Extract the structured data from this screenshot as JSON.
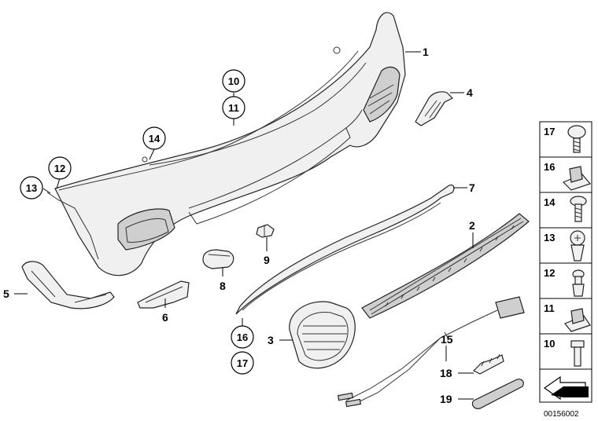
{
  "diagram_code": "00156002",
  "labels": {
    "l1": "1",
    "l2": "2",
    "l3": "3",
    "l4": "4",
    "l5": "5",
    "l6": "6",
    "l7": "7",
    "l8": "8",
    "l9": "9",
    "l10": "10",
    "l11": "11",
    "l12": "12",
    "l13": "13",
    "l14": "14",
    "l15": "15",
    "l16": "16",
    "l17": "17",
    "l18": "18",
    "l19": "19"
  },
  "panel": [
    "17",
    "16",
    "14",
    "13",
    "12",
    "11",
    "10"
  ]
}
